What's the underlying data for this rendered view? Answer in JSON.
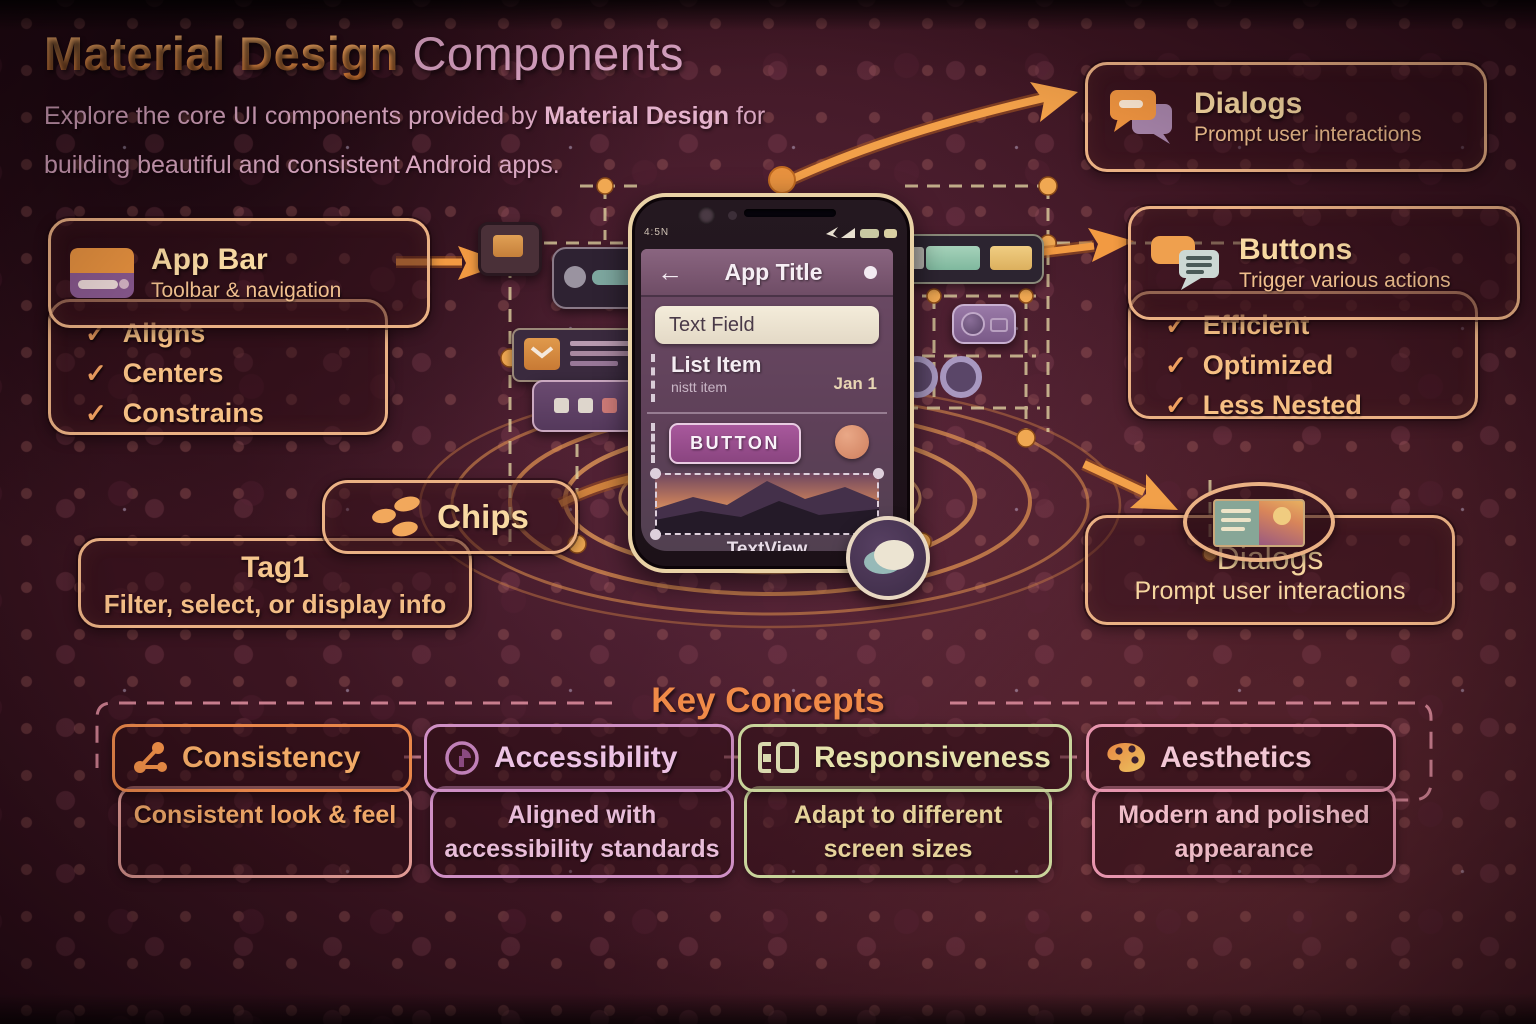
{
  "palette": {
    "accent_orange": "#f09a52",
    "cream_text": "#f6d6a0",
    "pink_text": "#d8a6c0",
    "background": "#381420"
  },
  "icons": {
    "check": "✓",
    "back_arrow": "←"
  },
  "header": {
    "title_primary": "Material Design",
    "title_secondary": " Components",
    "subtitle_pre": "Explore the core UI components provided by ",
    "subtitle_bold": "Material Design",
    "subtitle_post": " for building beautiful and consistent Android apps."
  },
  "callouts": {
    "dialogs_top": {
      "title": "Dialogs",
      "subtitle": "Prompt user interactions"
    },
    "app_bar": {
      "title": "App Bar",
      "subtitle": "Toolbar & navigation",
      "checklist": [
        "Aligns",
        "Centers",
        "Constrains"
      ]
    },
    "buttons": {
      "title": "Buttons",
      "subtitle": "Trigger various actions",
      "checklist": [
        "Efficient",
        "Optimized",
        "Less Nested"
      ]
    },
    "chips": {
      "title": "Chips",
      "tag": "Tag1",
      "subtitle": "Filter, select, or display info"
    },
    "dialogs_bottom": {
      "title": "Dialogs",
      "subtitle": "Prompt user interactions"
    }
  },
  "phone": {
    "status_left": "4:5N",
    "app_title": "App Title",
    "text_field": "Text Field",
    "list_item": {
      "title": "List Item",
      "subtitle": "nistt item",
      "meta": "Jan 1"
    },
    "button_label": "BUTTON",
    "text_view": "TextView"
  },
  "key_concepts": {
    "title": "Key Concepts",
    "items": [
      {
        "title": "Consistency",
        "description": "Consistent look & feel",
        "accent": "#e8864a"
      },
      {
        "title": "Accessibility",
        "description": "Aligned with accessibility standards",
        "accent": "#cf8fc4"
      },
      {
        "title": "Responsiveness",
        "description": "Adapt to different screen sizes",
        "accent": "#c9d49b"
      },
      {
        "title": "Aesthetics",
        "description": "Modern and polished appearance",
        "accent": "#e795ae"
      }
    ]
  }
}
